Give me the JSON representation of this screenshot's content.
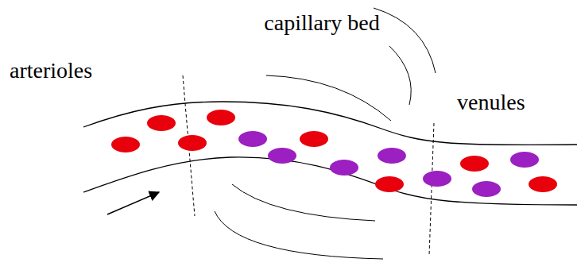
{
  "diagram": {
    "labels": [
      "arterioles",
      "capillary bed",
      "venules"
    ]
  }
}
